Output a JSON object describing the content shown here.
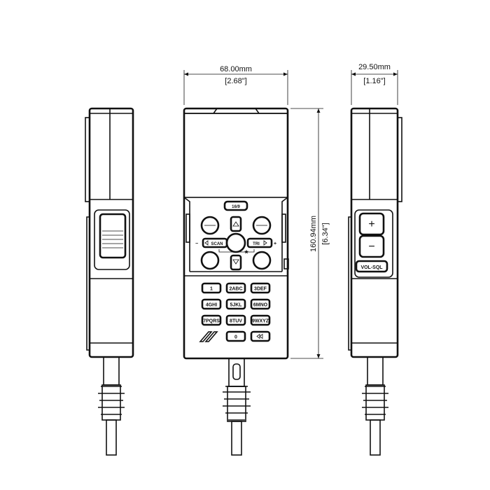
{
  "dimensions": {
    "width_mm": "68.00mm",
    "width_in": "[2.68\"]",
    "depth_mm": "29.50mm",
    "depth_in": "[1.16\"]",
    "height_mm": "160.94mm",
    "height_in": "[6.34\"]"
  },
  "front": {
    "channel_button": "16/9",
    "scan_label": "SCAN",
    "tri_label": "TRI",
    "minus": "−",
    "plus": "+",
    "keys": [
      "1",
      "2ABC",
      "3DEF",
      "4GHI",
      "5JKL",
      "6MNO",
      "7PQRS",
      "8TUV",
      "9WXYZ",
      "0"
    ]
  },
  "side": {
    "plus": "+",
    "minus": "−",
    "vol_sql": "VOL-SQL"
  }
}
